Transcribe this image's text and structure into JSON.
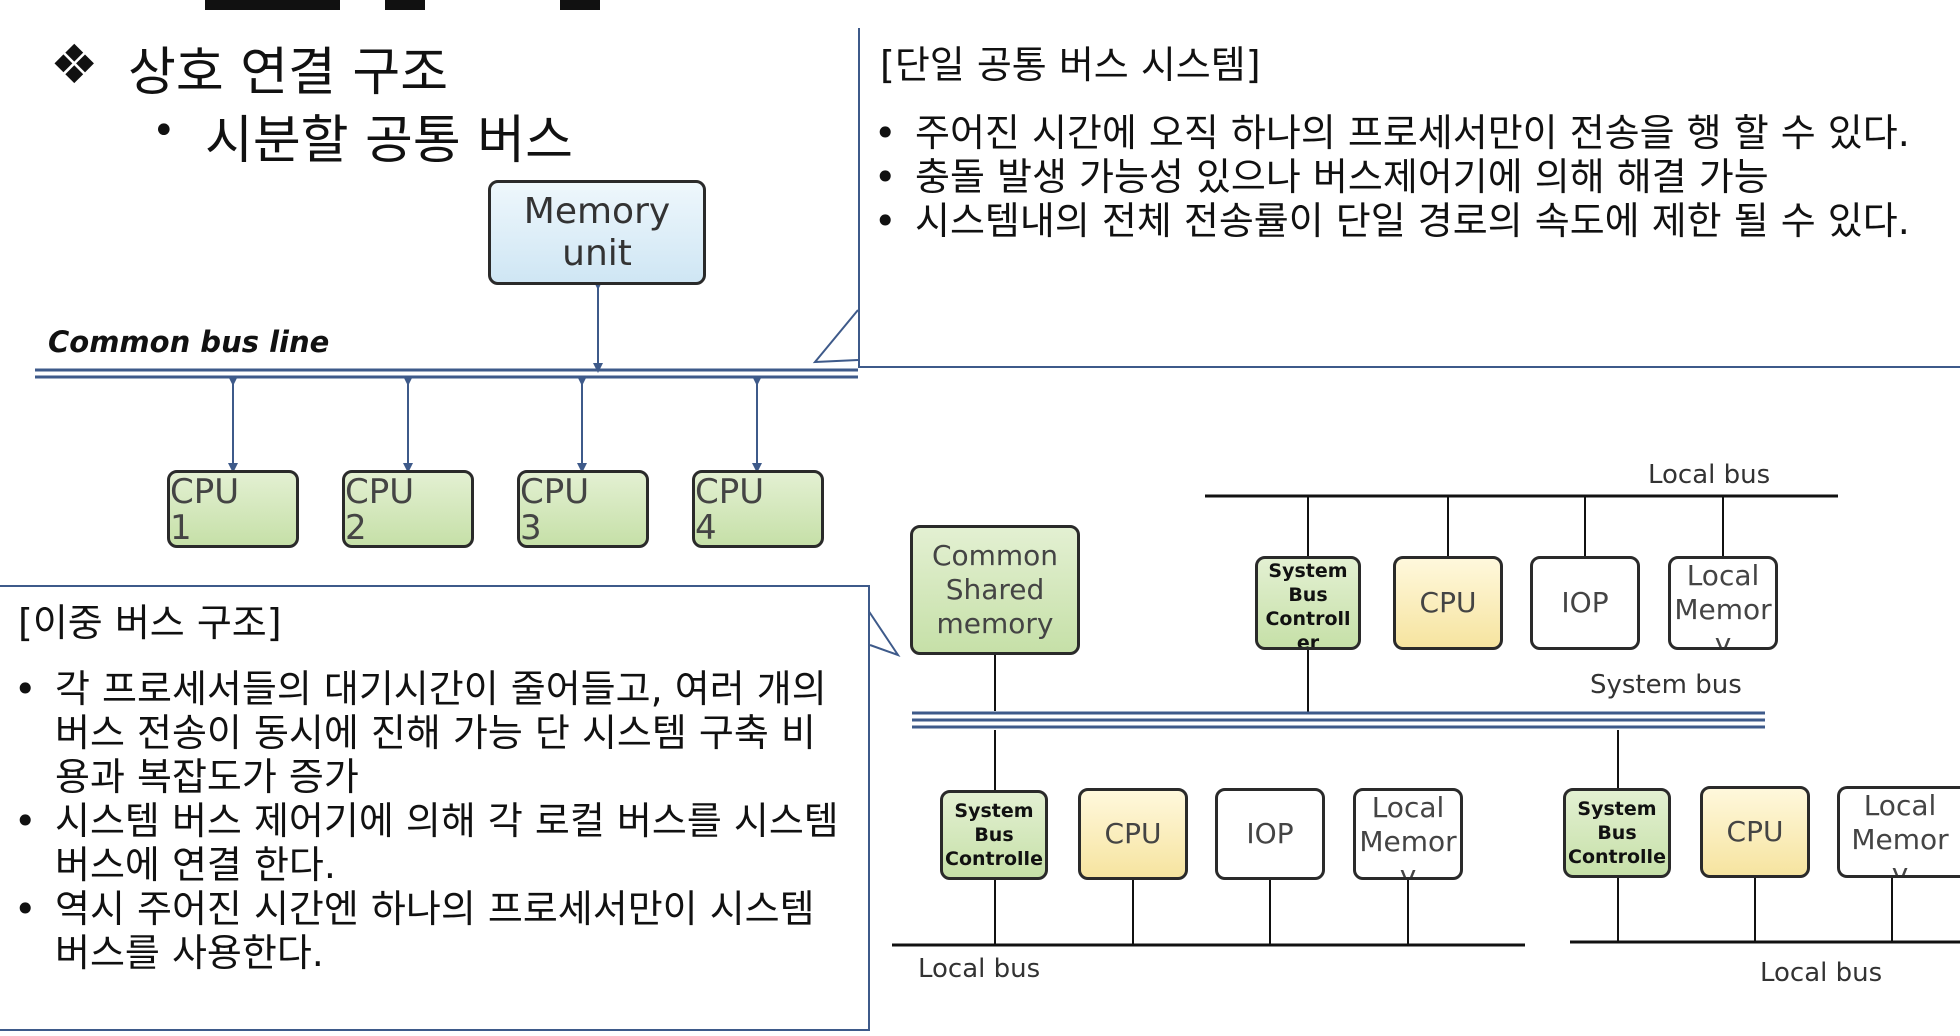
{
  "header": {
    "bullet_symbol": "❖",
    "topic": "상호 연결 구조",
    "sub_bullet": "•",
    "subtopic": "시분할 공통 버스"
  },
  "single_bus_callout": {
    "title": "[단일 공통 버스 시스템]",
    "items": [
      "주어진 시간에 오직 하나의 프로세서만이 전송을 행 할 수 있다.",
      "충돌 발생 가능성 있으나 버스제어기에 의해 해결 가능",
      "시스템내의 전체 전송률이 단일 경로의 속도에 제한 될 수 있다."
    ]
  },
  "dual_bus_callout": {
    "title": "[이중 버스 구조]",
    "items": [
      "각 프로세서들의 대기시간이 줄어들고, 여러 개의 버스 전송이 동시에 진해 가능 단 시스템 구축 비용과 복잡도가 증가",
      "시스템 버스 제어기에 의해 각 로컬 버스를 시스템 버스에 연결 한다.",
      "역시 주어진 시간엔 하나의 프로세서만이 시스템 버스를 사용한다."
    ]
  },
  "common_bus_diagram": {
    "bus_label": "Common bus line",
    "memory_line1": "Memory",
    "memory_line2": "unit",
    "cpus": [
      {
        "line1": "CPU",
        "line2": "1"
      },
      {
        "line1": "CPU",
        "line2": "2"
      },
      {
        "line1": "CPU",
        "line2": "3"
      },
      {
        "line1": "CPU",
        "line2": "4"
      }
    ]
  },
  "dual_bus_diagram": {
    "local_bus_top": "Local bus",
    "system_bus": "System bus",
    "local_bus_left": "Local bus",
    "local_bus_right": "Local bus",
    "shared_memory": [
      "Common",
      "Shared",
      "memory"
    ],
    "top_group": {
      "sbc": [
        "System",
        "Bus",
        "Controll",
        "er"
      ],
      "cpu": "CPU",
      "iop": "IOP",
      "local_memory": [
        "Local",
        "Memor",
        "y"
      ]
    },
    "left_group": {
      "sbc": [
        "System",
        "Bus",
        "Controlle"
      ],
      "cpu": "CPU",
      "iop": "IOP",
      "local_memory": [
        "Local",
        "Memor",
        "y"
      ]
    },
    "right_group": {
      "sbc": [
        "System",
        "Bus",
        "Controlle"
      ],
      "cpu": "CPU",
      "local_memory": [
        "Local",
        "Memor",
        "y"
      ]
    }
  },
  "colors": {
    "line_blue": "#3e5a8a",
    "green_box": "#c6e0a8",
    "blue_box": "#cfe6f4",
    "yellow_box": "#f6e4a0"
  }
}
